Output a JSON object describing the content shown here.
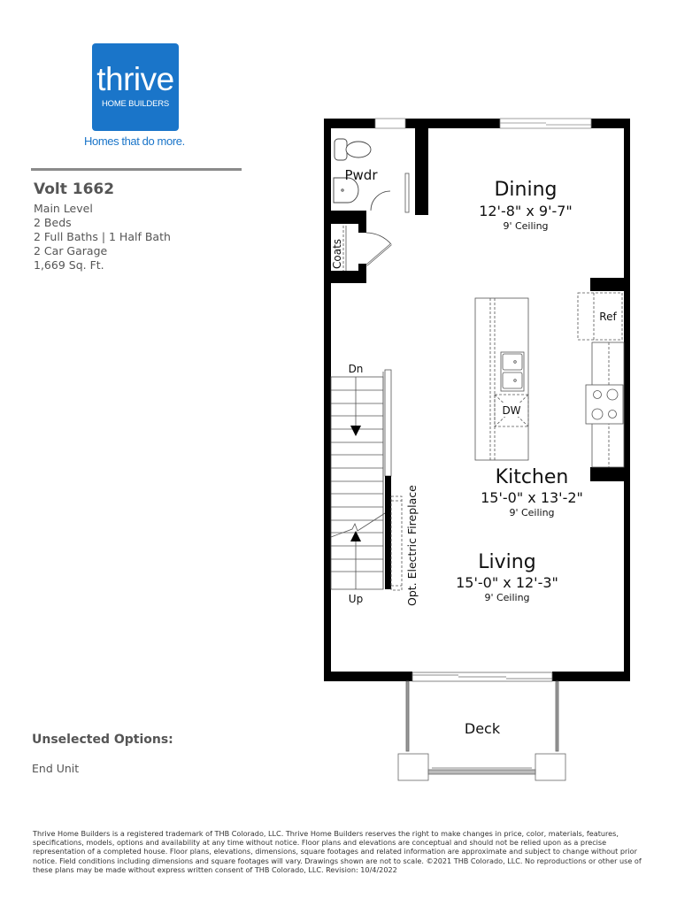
{
  "brand": {
    "logo_name": "thrive",
    "logo_sub": "HOME BUILDERS",
    "tagline": "Homes that do more.",
    "color": "#1a75c9"
  },
  "plan": {
    "title": "Volt 1662",
    "details": [
      "Main Level",
      "2 Beds",
      "2 Full Baths | 1 Half Bath",
      "2 Car Garage",
      "1,669 Sq. Ft."
    ]
  },
  "floorplan": {
    "rooms": {
      "powder": {
        "label": "Pwdr"
      },
      "coats": {
        "label": "Coats"
      },
      "dining": {
        "label": "Dining",
        "size": "12'-8\" x 9'-7\"",
        "ceiling": "9' Ceiling"
      },
      "kitchen": {
        "label": "Kitchen",
        "size": "15'-0\" x 13'-2\"",
        "ceiling": "9' Ceiling"
      },
      "living": {
        "label": "Living",
        "size": "15'-0\" x 12'-3\"",
        "ceiling": "9' Ceiling"
      },
      "deck": {
        "label": "Deck"
      }
    },
    "fixtures": {
      "refrigerator": "Ref",
      "dishwasher": "DW",
      "stairs_down": "Dn",
      "stairs_up": "Up",
      "fireplace": "Opt. Electric Fireplace"
    }
  },
  "options": {
    "title": "Unselected Options:",
    "items": [
      "End Unit"
    ]
  },
  "disclaimer": "Thrive Home Builders is a registered trademark of THB Colorado, LLC. Thrive Home Builders reserves the right to make changes in price, color, materials, features, specifications, models, options and availability at any time without notice. Floor plans and elevations are conceptual and should not be relied upon as a precise representation of a completed house. Floor plans, elevations, dimensions, square footages and related information are approximate and subject to change without prior notice. Field conditions including dimensions and square footages will vary. Drawings shown are not to scale. ©2021 THB Colorado, LLC. No reproductions or other use of these plans may be made without express written consent of THB Colorado, LLC. Revision: 10/4/2022"
}
